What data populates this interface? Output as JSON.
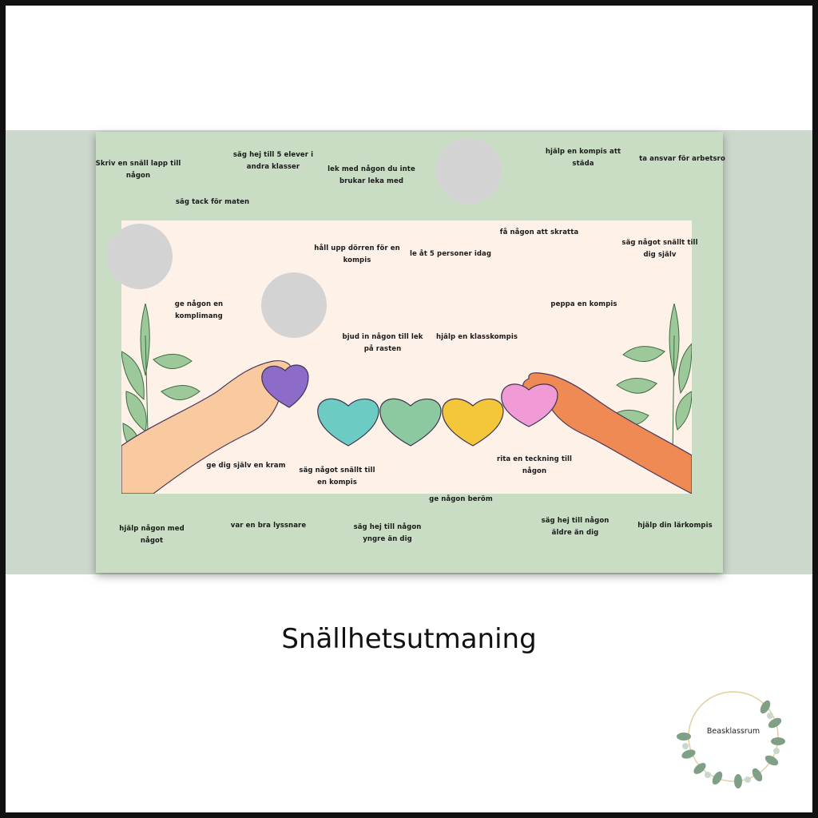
{
  "title": "Snällhetsutmaning",
  "brand": "Beasklassrum",
  "colors": {
    "band": "#cdd8cd",
    "card": "#c8ddc4",
    "inner": "#fdf1e8",
    "heart_purple": "#8d6bc9",
    "heart_teal": "#6ccbc3",
    "heart_green": "#8cc9a0",
    "heart_yellow": "#f4c63a",
    "heart_pink": "#f09ad6",
    "hand_left": "#f9c9a0",
    "hand_right": "#f08a55"
  },
  "tasks": [
    "Skriv en snäll lapp till någon",
    "säg hej till 5 elever i andra klasser",
    "lek med någon du inte brukar leka med",
    "hjälp en kompis att städa",
    "ta ansvar för arbetsro",
    "säg tack för maten",
    "håll upp dörren för en kompis",
    "le åt 5 personer idag",
    "få någon att skratta",
    "säg något snällt till dig själv",
    "ge någon en komplimang",
    "peppa en kompis",
    "bjud in någon till lek på rasten",
    "hjälp en klasskompis",
    "ge dig själv en kram",
    "säg något snällt till en kompis",
    "rita en teckning till någon",
    "ge någon beröm",
    "hjälp någon med något",
    "var en bra lyssnare",
    "säg hej till någon yngre än dig",
    "säg hej till någon äldre än dig",
    "hjälp din lärkompis"
  ]
}
